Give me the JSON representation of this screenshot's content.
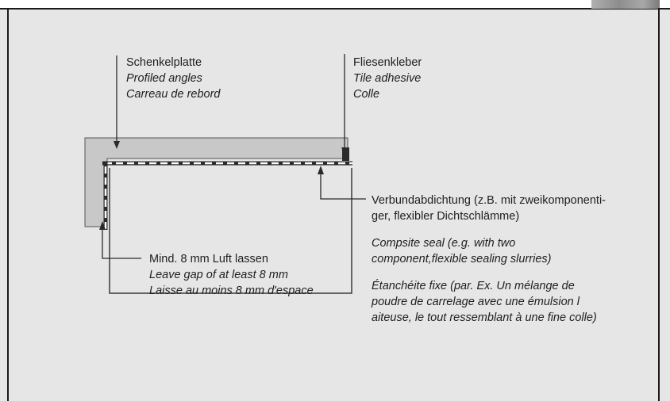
{
  "labels": {
    "profiled_angles": {
      "de": "Schenkelplatte",
      "en": "Profiled angles",
      "fr": "Carreau de rebord"
    },
    "tile_adhesive": {
      "de": "Fliesenkleber",
      "en": "Tile adhesive",
      "fr": "Colle"
    },
    "seal": {
      "de_line1": "Verbundabdichtung (z.B. mit zweikomponenti-",
      "de_line2": "ger, flexibler Dichtschlämme)",
      "en_line1": "Compsite seal (e.g. with two",
      "en_line2": "component,flexible sealing slurries)",
      "fr_line1": "Étanchéite fixe (par. Ex. Un mélange de",
      "fr_line2": "poudre de carrelage avec une émulsion l",
      "fr_line3": "aiteuse, le tout ressemblant à une fine colle)"
    },
    "gap": {
      "de": "Mind. 8 mm Luft lassen",
      "en": "Leave gap of at least 8 mm",
      "fr": "Laisse au moins 8 mm d'espace"
    }
  },
  "colors": {
    "background": "#e6e6e6",
    "tile_fill": "#c8c8c8",
    "line": "#2a2a2a",
    "seal_dash": "#ffffff"
  }
}
